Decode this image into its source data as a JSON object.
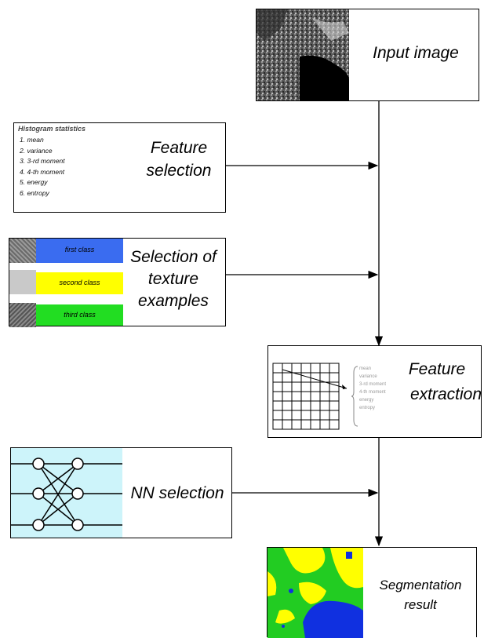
{
  "steps": {
    "input": {
      "label": "Input image"
    },
    "feature_selection": {
      "label_line1": "Feature",
      "label_line2": "selection",
      "histogram_title": "Histogram statistics",
      "stats": [
        "1. mean",
        "2. variance",
        "3. 3-rd moment",
        "4. 4-th moment",
        "5. energy",
        "6. entropy"
      ]
    },
    "texture": {
      "label_line1": "Selection of",
      "label_line2": "texture",
      "label_line3": "examples",
      "classes": [
        {
          "name": "first class",
          "color": "#3a6cf0"
        },
        {
          "name": "second class",
          "color": "#ffff00"
        },
        {
          "name": "third class",
          "color": "#22dd22"
        }
      ]
    },
    "feature_extraction": {
      "label_line1": "Feature",
      "label_line2": "extraction",
      "stats": [
        "mean",
        "variance",
        "3-rd moment",
        "4-th moment",
        "energy",
        "entropy"
      ]
    },
    "nn": {
      "label": "NN selection"
    },
    "segmentation": {
      "label_line1": "Segmentation",
      "label_line2": "result"
    }
  },
  "colors": {
    "seg_green": "#22cc22",
    "seg_yellow": "#ffff00",
    "seg_blue": "#1030e0",
    "nn_bg": "#cdf4fa"
  }
}
